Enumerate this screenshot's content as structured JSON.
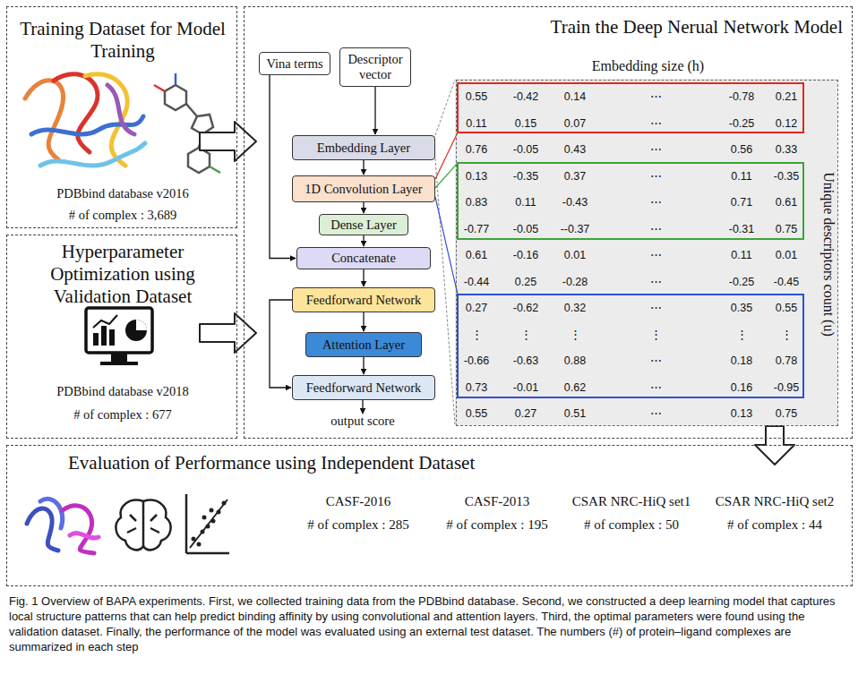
{
  "diagram": {
    "caption": "Fig. 1 Overview of BAPA experiments. First, we collected training data from the PDBbind database. Second, we constructed a deep learning model that captures local structure patterns that can help predict binding affinity by using convolutional and attention layers. Third, the optimal parameters were found using the validation dataset. Finally, the performance of the model was evaluated using an external test dataset. The numbers (#) of protein–ligand complexes are summarized in each step",
    "nodes": [
      {
        "text": [
          "Training Dataset for Model Training",
          "PDBbind database v2016",
          "# of complex : 3,689"
        ]
      },
      {
        "text": [
          "Hyperparameter Optimization using Validation Dataset",
          "PDBbind database v2018",
          "# of complex : 677"
        ]
      },
      {
        "text": [
          "Train the Deep Nerual Network Model"
        ]
      },
      {
        "text": [
          "Vina terms"
        ],
        "in": 2
      },
      {
        "text": [
          "Descriptor vector"
        ],
        "in": 2
      },
      {
        "text": [
          "Embedding Layer"
        ],
        "in": 2
      },
      {
        "text": [
          "1D Convolution Layer"
        ],
        "in": 2
      },
      {
        "text": [
          "Dense Layer"
        ],
        "in": 2
      },
      {
        "text": [
          "Concatenate"
        ],
        "in": 2
      },
      {
        "text": [
          "Feedforward Network"
        ],
        "in": 2
      },
      {
        "text": [
          "Attention Layer"
        ],
        "in": 2
      },
      {
        "text": [
          "Feedforward Network"
        ],
        "in": 2
      },
      {
        "text": [
          "Embedding size (h)",
          "Unique descriptors count (u)"
        ],
        "in": 2
      },
      {
        "text": [
          "Evaluation of Performance using Independent Dataset"
        ]
      }
    ],
    "edges": [
      {
        "from": 0,
        "to": 2,
        "arrow": "to"
      },
      {
        "from": 1,
        "to": 2,
        "arrow": "to"
      },
      {
        "from": 4,
        "to": 5,
        "arrow": "to"
      },
      {
        "from": 5,
        "to": 6,
        "arrow": "to"
      },
      {
        "from": 6,
        "to": 7,
        "arrow": "to"
      },
      {
        "from": 7,
        "to": 8,
        "arrow": "to"
      },
      {
        "from": 3,
        "to": 8,
        "arrow": "to"
      },
      {
        "from": 8,
        "to": 9,
        "arrow": "to"
      },
      {
        "from": 9,
        "to": 10,
        "arrow": "to"
      },
      {
        "from": 10,
        "to": 11,
        "arrow": "to"
      },
      {
        "from": 9,
        "to": 11,
        "arrow": "to"
      },
      {
        "from": 2,
        "to": 13,
        "arrow": "to"
      }
    ],
    "labels": [
      "output score",
      "0.55",
      "-0.42",
      "0.14",
      "⋯",
      "-0.78",
      "0.21",
      "0.11",
      "0.15",
      "0.07",
      "⋯",
      "-0.25",
      "0.12",
      "0.76",
      "-0.05",
      "0.43",
      "⋯",
      "0.56",
      "0.33",
      "0.13",
      "-0.35",
      "0.37",
      "⋯",
      "0.11",
      "-0.35",
      "0.83",
      "0.11",
      "-0.43",
      "⋯",
      "0.71",
      "0.61",
      "-0.77",
      "-0.05",
      "--0.37",
      "⋯",
      "-0.31",
      "0.75",
      "0.61",
      "-0.16",
      "0.01",
      "⋯",
      "0.11",
      "0.01",
      "-0.44",
      "0.25",
      "-0.28",
      "⋯",
      "-0.25",
      "-0.45",
      "0.27",
      "-0.62",
      "0.32",
      "⋯",
      "0.35",
      "0.55",
      "⋮",
      "⋮",
      "⋮",
      "⋮",
      "⋮",
      "⋮",
      "-0.66",
      "-0.63",
      "0.88",
      "⋯",
      "0.18",
      "0.78",
      "0.73",
      "-0.01",
      "0.62",
      "⋯",
      "0.16",
      "-0.95",
      "0.55",
      "0.27",
      "0.51",
      "⋯",
      "0.13",
      "0.75",
      "CASF-2016",
      "# of complex : 285",
      "CASF-2013",
      "# of complex : 195",
      "CSAR NRC-HiQ set1",
      "# of complex : 50",
      "CSAR NRC-HiQ set2",
      "# of complex : 44"
    ]
  }
}
